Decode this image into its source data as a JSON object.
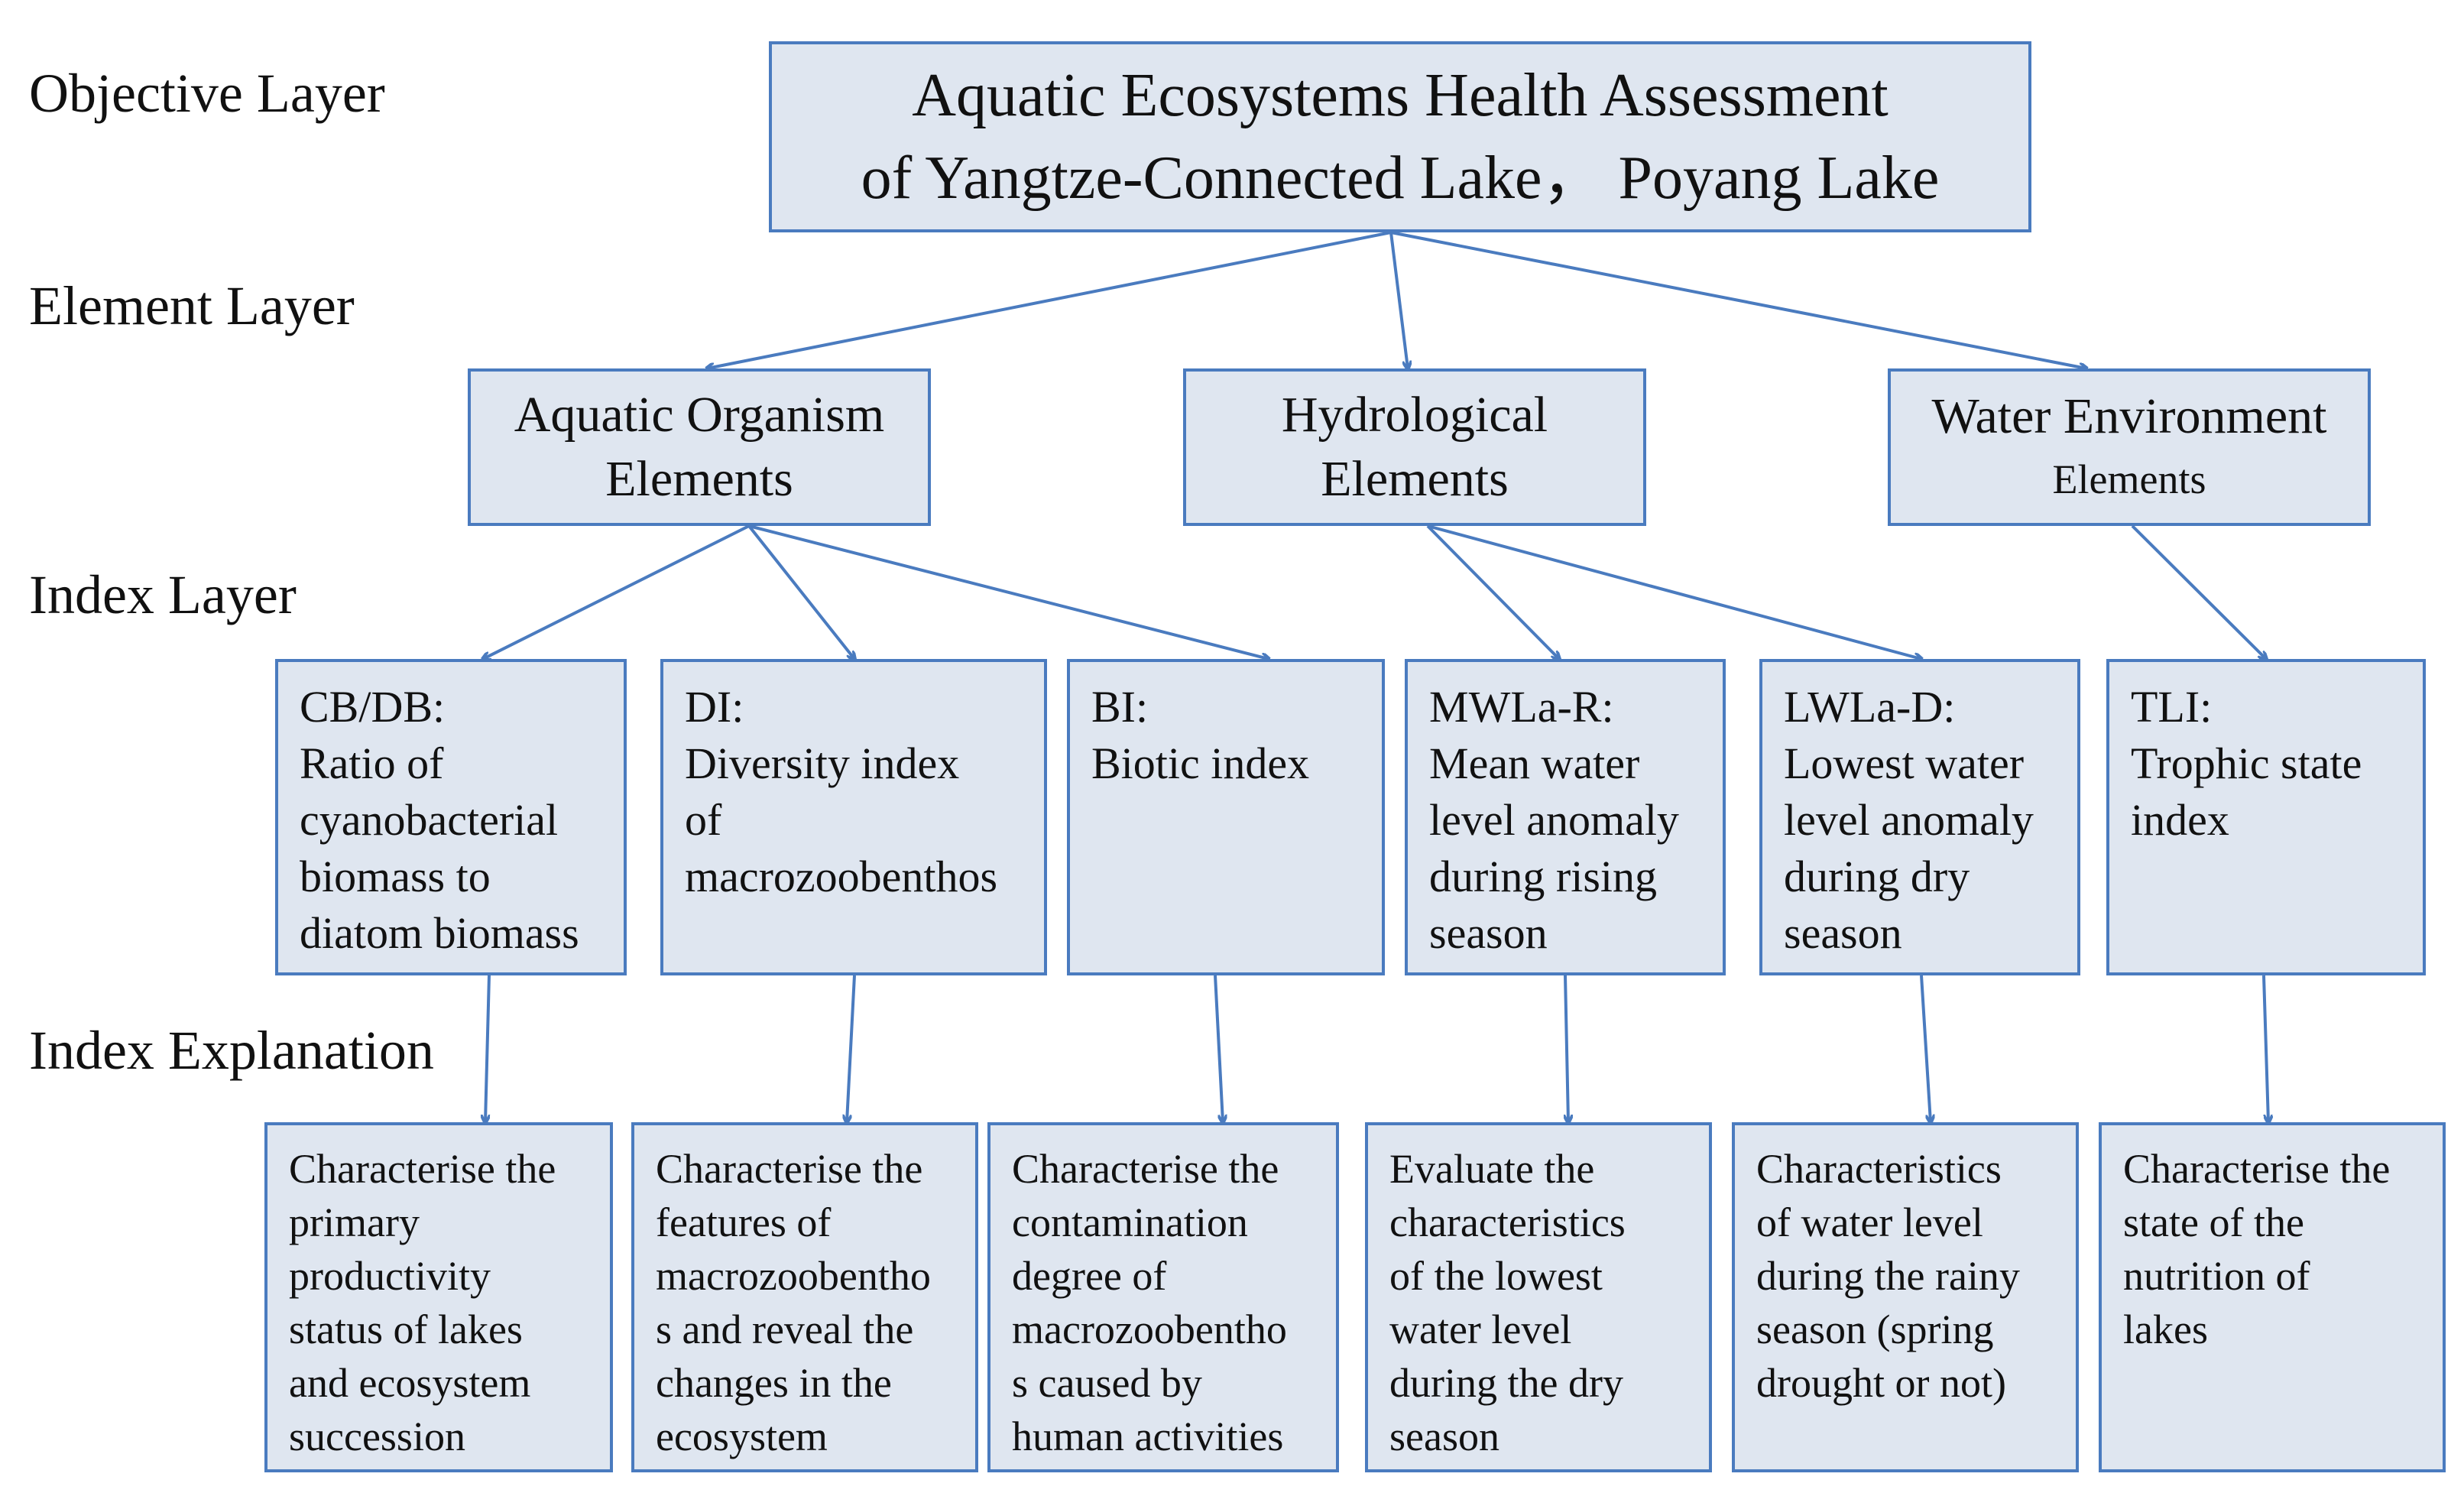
{
  "layers": {
    "objective": "Objective Layer",
    "element": "Element Layer",
    "index": "Index Layer",
    "explanation": "Index Explanation"
  },
  "objective": {
    "line1": "Aquatic Ecosystems Health Assessment",
    "line2": "of Yangtze-Connected Lake， Poyang Lake"
  },
  "elements": [
    {
      "line1": "Aquatic Organism",
      "line2": "Elements"
    },
    {
      "line1": "Hydrological",
      "line2": "Elements"
    },
    {
      "line1": "Water Environment",
      "line2": "Elements"
    }
  ],
  "indices": [
    {
      "code": "CB/DB:",
      "desc": "Ratio of\ncyanobacterial\nbiomass to\ndiatom biomass"
    },
    {
      "code": "DI:",
      "desc": "Diversity index\nof\nmacrozoobenthos"
    },
    {
      "code": "BI:",
      "desc": "Biotic index"
    },
    {
      "code": "MWLa-R:",
      "desc": "Mean water\nlevel anomaly\nduring rising\nseason"
    },
    {
      "code": "LWLa-D:",
      "desc": "Lowest water\nlevel anomaly\nduring dry\nseason"
    },
    {
      "code": "TLI:",
      "desc": "Trophic state\nindex"
    }
  ],
  "explanations": [
    "Characterise the\nprimary\nproductivity\nstatus of lakes\nand ecosystem\nsuccession",
    "Characterise the\nfeatures of\nmacrozoobentho\ns and reveal the\nchanges in the\necosystem",
    "Characterise the\ncontamination\ndegree of\nmacrozoobentho\ns caused by\nhuman activities",
    "Evaluate the\ncharacteristics\nof the lowest\nwater level\nduring the dry\nseason",
    "Characteristics\nof water level\nduring the rainy\nseason (spring\ndrought or not)",
    "Characterise the\nstate of the\nnutrition of\nlakes"
  ],
  "colors": {
    "box_fill": "#dfe6f0",
    "box_border": "#4a7bbf",
    "arrow": "#4a7bbf"
  }
}
